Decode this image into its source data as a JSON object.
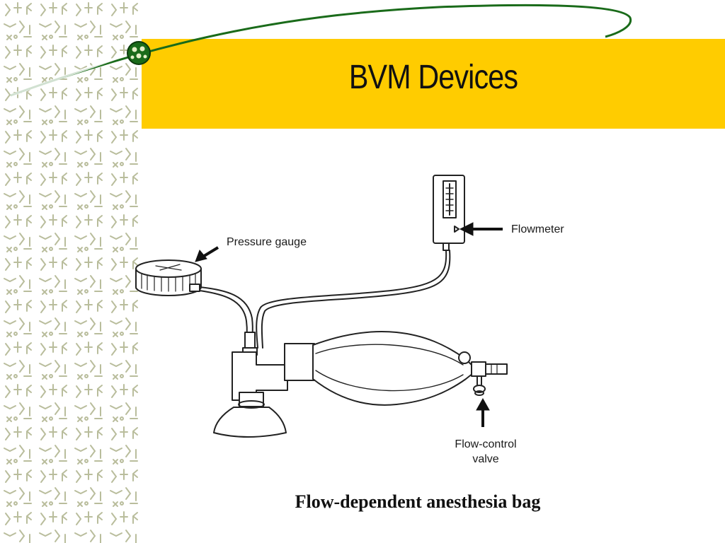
{
  "slide": {
    "title": "BVM Devices",
    "caption": "Flow-dependent anesthesia bag"
  },
  "diagram": {
    "labels": {
      "pressure_gauge": "Pressure gauge",
      "flowmeter": "Flowmeter",
      "flow_control_line1": "Flow-control",
      "flow_control_line2": "valve"
    }
  },
  "colors": {
    "title_band": "#ffcc00",
    "swoosh": "#1a6b1a",
    "pattern": "#b9bd9c"
  },
  "icons": [
    "molecule-pattern-icon",
    "swoosh-decoration",
    "globe-node-icon",
    "arrow-icon"
  ]
}
